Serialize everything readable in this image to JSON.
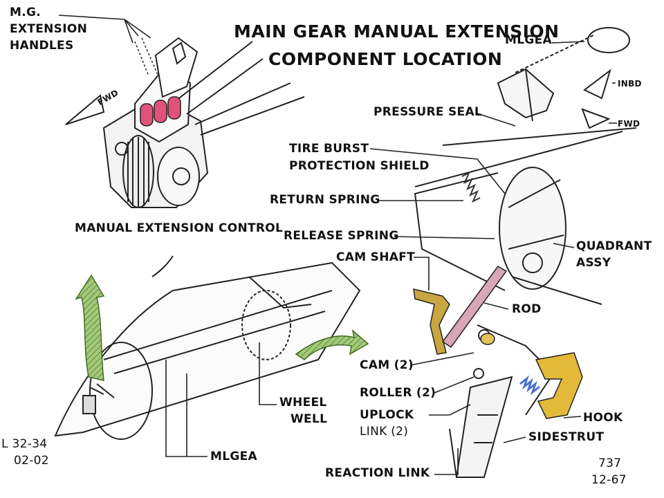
{
  "title": {
    "line1": "MAIN GEAR MANUAL EXTENSION",
    "line2": "COMPONENT LOCATION"
  },
  "labels": {
    "mg_handles_1": "M.G.",
    "mg_handles_2": "EXTENSION",
    "mg_handles_3": "HANDLES",
    "fwd_left": "FWD",
    "manual_extension_control": "MANUAL EXTENSION CONTROL",
    "mlgea_top": "MLGEA",
    "inbd": "INBD",
    "fwd_right": "FWD",
    "pressure_seal": "PRESSURE SEAL",
    "tire_burst_1": "TIRE BURST",
    "tire_burst_2": "PROTECTION SHIELD",
    "return_spring": "RETURN SPRING",
    "release_spring": "RELEASE SPRING",
    "cam_shaft": "CAM SHAFT",
    "quadrant_1": "QUADRANT",
    "quadrant_2": "ASSY",
    "rod": "ROD",
    "cam": "CAM (2)",
    "roller": "ROLLER (2)",
    "uplock_1": "UPLOCK",
    "uplock_2": "LINK (2)",
    "hook": "HOOK",
    "sidestrut": "SIDESTRUT",
    "reaction_link": "REACTION LINK",
    "wheel_well_1": "WHEEL",
    "wheel_well_2": "WELL",
    "mlgea_bottom": "MLGEA",
    "ref_1": "L 32-34",
    "ref_2": "02-02",
    "model": "737",
    "date": "12-67"
  },
  "colors": {
    "handles": "#e0527a",
    "cam_shaft": "#c9a640",
    "rod": "#d8a6b4",
    "hook": "#e3b93a",
    "spring_blue": "#4a72c8",
    "arrow_green": "#86b35a",
    "line": "#222222"
  }
}
